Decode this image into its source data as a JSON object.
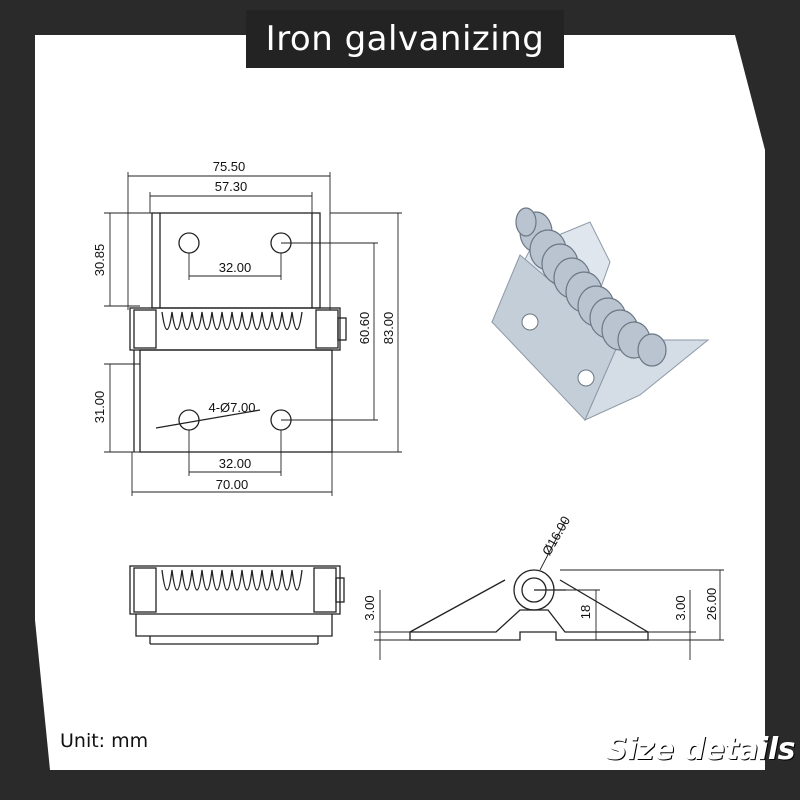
{
  "title": "Iron galvanizing",
  "unit_label": "Unit:  mm",
  "footer_label": "Size details",
  "colors": {
    "frame": "#2a2a2a",
    "panel": "#ffffff",
    "line": "#222222",
    "metal": "#c9d3de",
    "metal_dark": "#7f8c99"
  },
  "dimensions": {
    "overall_width": "75.50",
    "inner_width": "57.30",
    "top_leaf_height": "30.85",
    "hole_pitch_top": "32.00",
    "hole_span_height": "60.60",
    "total_height": "83.00",
    "bottom_leaf_height": "31.00",
    "hole_callout": "4-Ø7.00",
    "hole_pitch_bottom": "32.00",
    "base_width": "70.00",
    "thickness_left": "3.00",
    "barrel_diameter": "Ø16.00",
    "axis_height": "18",
    "thickness_right": "3.00",
    "side_height": "26.00"
  },
  "icons": [
    "spring-hinge-photo-icon"
  ]
}
